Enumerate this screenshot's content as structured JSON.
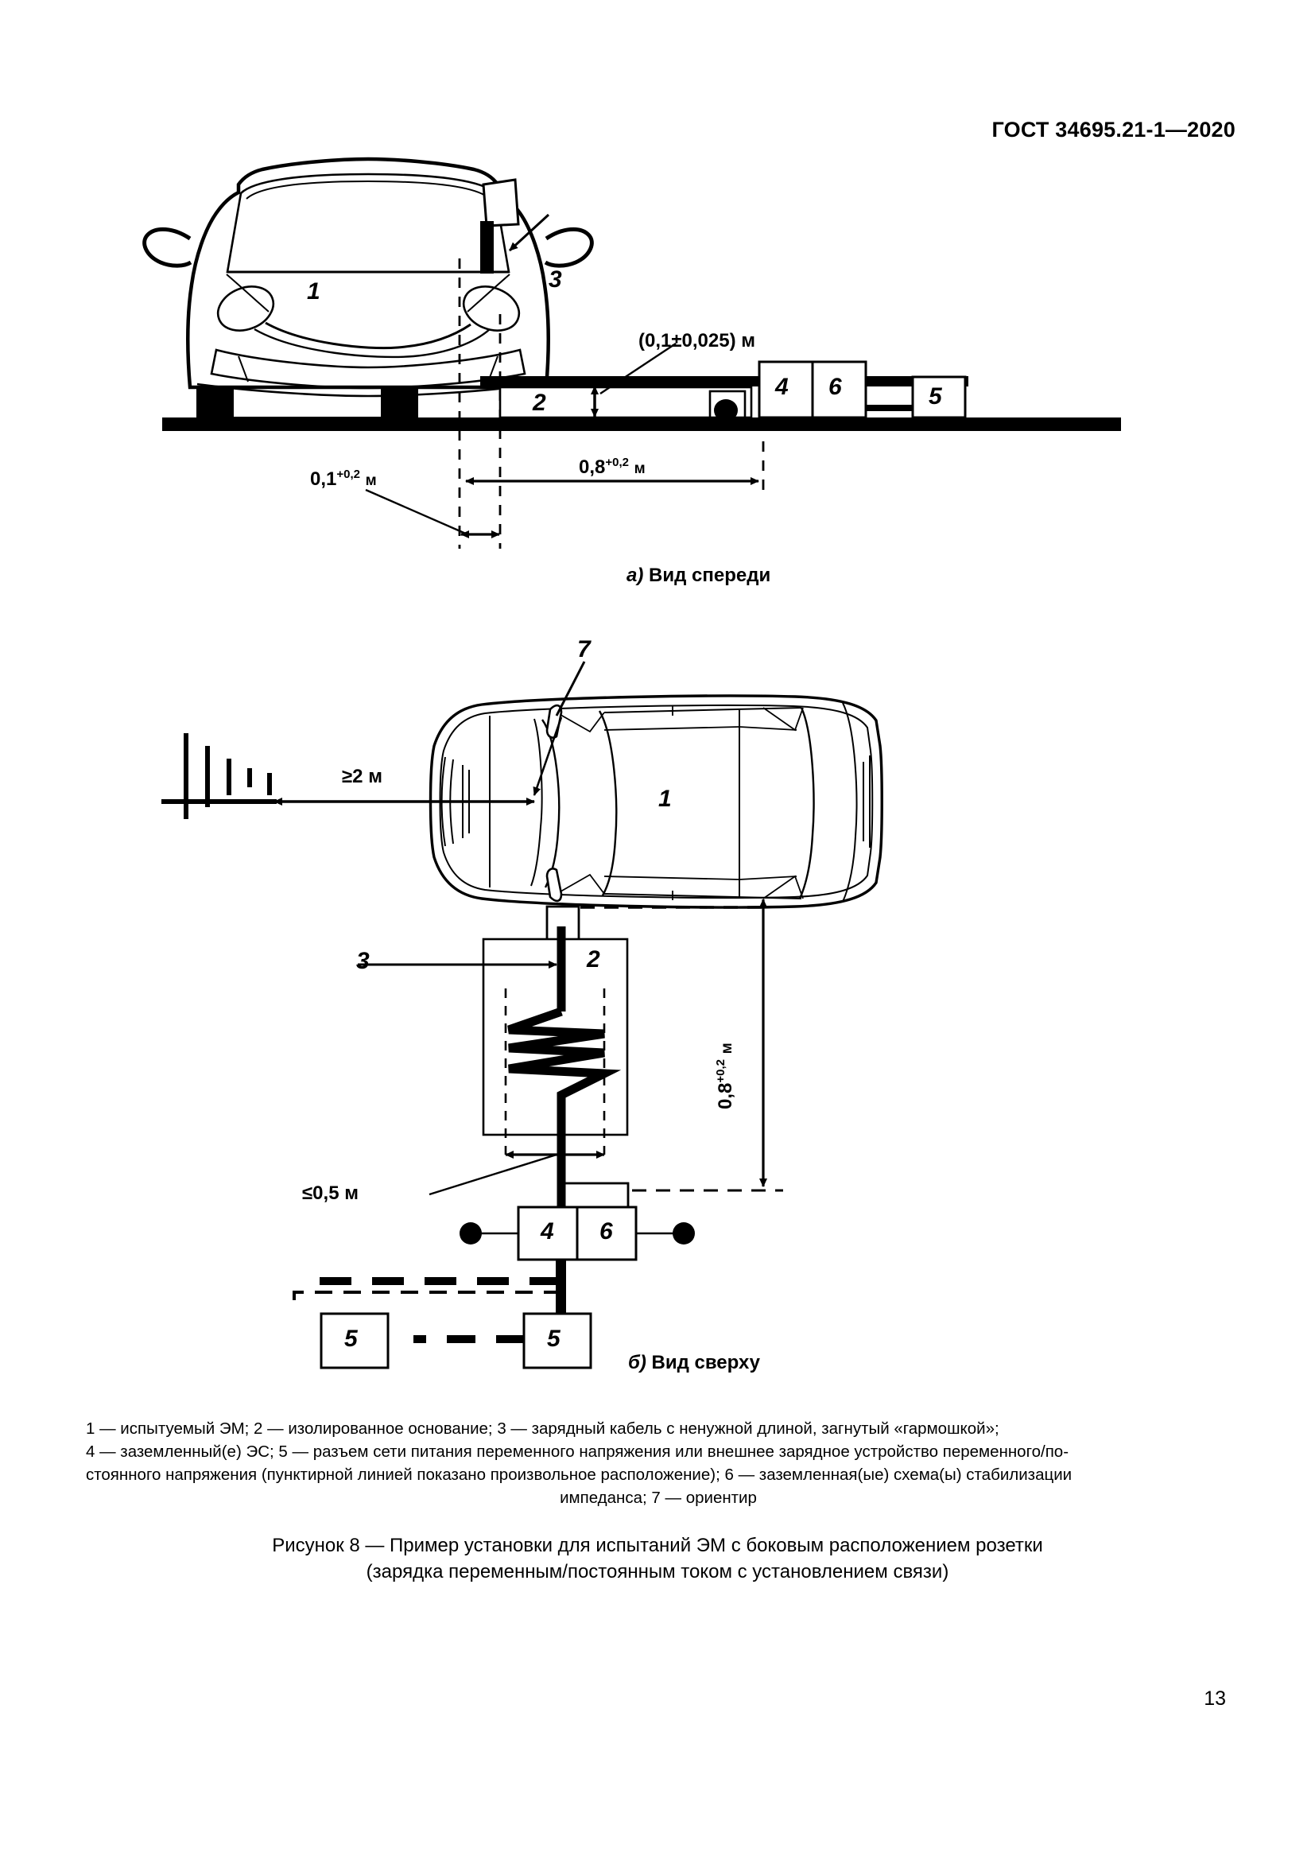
{
  "header": {
    "standard_number": "ГОСТ 34695.21-1—2020"
  },
  "page": {
    "number": "13"
  },
  "figure": {
    "views": {
      "front": {
        "caption_marker": "а)",
        "caption_text": "Вид спереди",
        "caption_full": "а) Вид спереди"
      },
      "top": {
        "caption_marker": "б)",
        "caption_text": "Вид сверху",
        "caption_full": "б) Вид сверху"
      }
    },
    "item_labels": {
      "vehicle_front": "1",
      "vehicle_top": "1",
      "isolated_base_front": "2",
      "isolated_base_top": "2",
      "charging_cable_front": "3",
      "charging_cable_top": "3",
      "esa_front": "4",
      "esa_top": "4",
      "mains_socket_front": "5",
      "mains_socket_top_left": "5",
      "mains_socket_top_right": "5",
      "lisn_front": "6",
      "lisn_top": "6",
      "reference_point": "7"
    },
    "dimensions": {
      "height_above_base": {
        "value": "(0,1±0,025)",
        "unit": "м",
        "full": "(0,1±0,025) м"
      },
      "front_offset": {
        "value": "0,1",
        "tolerance": "+0,2",
        "unit": "м",
        "full": "0,1+0,2 м"
      },
      "front_length": {
        "value": "0,8",
        "tolerance": "+0,2",
        "unit": "м",
        "full": "0,8+0,2 м"
      },
      "top_length": {
        "value": "0,8",
        "tolerance": "+0,2",
        "unit": "м",
        "full": "0,8+0,2 м"
      },
      "antenna_distance": {
        "value": "≥2",
        "unit": "м",
        "full": "≥2 м"
      },
      "cable_spread": {
        "value": "≤0,5",
        "unit": "м",
        "full": "≤0,5 м"
      }
    },
    "legend": {
      "line1": "1 — испытуемый ЭМ; 2 — изолированное основание; 3 — зарядный кабель с ненужной длиной, загнутый «гармошкой»;",
      "line2": "4 — заземленный(е) ЭС; 5 — разъем сети питания переменного напряжения или внешнее зарядное устройство переменного/по-",
      "line3": "стоянного напряжения (пунктирной линией показано произвольное расположение); 6 — заземленная(ые) схема(ы) стабилизации",
      "line4": "импеданса; 7 — ориентир"
    },
    "caption": {
      "line1": "Рисунок 8 — Пример установки для испытаний ЭМ с боковым расположением розетки",
      "line2": "(зарядка переменным/постоянным током с установлением связи)"
    }
  },
  "colors": {
    "ink": "#000000",
    "paper": "#ffffff"
  }
}
